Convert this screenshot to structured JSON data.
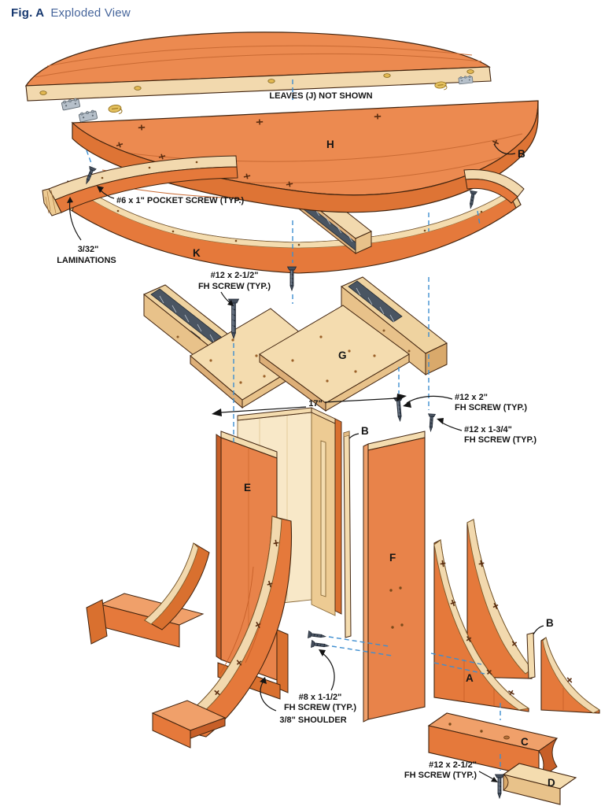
{
  "figure": {
    "label": "Fig. A",
    "title": "Exploded View"
  },
  "colors": {
    "wood_top": "#EC8A50",
    "wood_face": "#E5793B",
    "wood_shadow": "#C75F28",
    "wood_end_grain": "#F4DCAF",
    "wood_interior": "#F8E8C8",
    "outline": "#40230E",
    "guide_line": "#3E8ED0",
    "metal_track": "#4A5562",
    "hardware_gray": "#B6C0CA",
    "hardware_brass": "#DDBA58",
    "label_text": "#141414",
    "figure_label_color": "#17386F",
    "figure_title_color": "#46659B"
  },
  "annotations": {
    "leaves_note": "LEAVES (J) NOT SHOWN",
    "pocket_screw": "#6 x 1\" POCKET SCREW (TYP.)",
    "laminations_line1": "3/32\"",
    "laminations_line2": "LAMINATIONS",
    "fh_screw_2half_top_line1": "#12 x 2-1/2\"",
    "fh_screw_2half_top_line2": "FH SCREW (TYP.)",
    "dim_17": "17\"",
    "fh_screw_2_line1": "#12 x 2\"",
    "fh_screw_2_line2": "FH SCREW (TYP.)",
    "fh_screw_1_3quarter_line1": "#12 x 1-3/4\"",
    "fh_screw_1_3quarter_line2": "FH SCREW (TYP.)",
    "fh_screw_8_line1": "#8 x 1-1/2\"",
    "fh_screw_8_line2": "FH SCREW (TYP.)",
    "shoulder": "3/8\" SHOULDER",
    "fh_screw_2half_bottom_line1": "#12 x 2-1/2\"",
    "fh_screw_2half_bottom_line2": "FH SCREW (TYP.)"
  },
  "part_labels": {
    "tabletop": "H",
    "edge_joint_top": "B",
    "apron_ring": "K",
    "slide_panel": "G",
    "pedestal_column": "E",
    "spline_center": "B",
    "pedestal_panel": "F",
    "leg_bracket": "A",
    "spline_right": "B",
    "foot": "C",
    "foot_pad": "D"
  }
}
